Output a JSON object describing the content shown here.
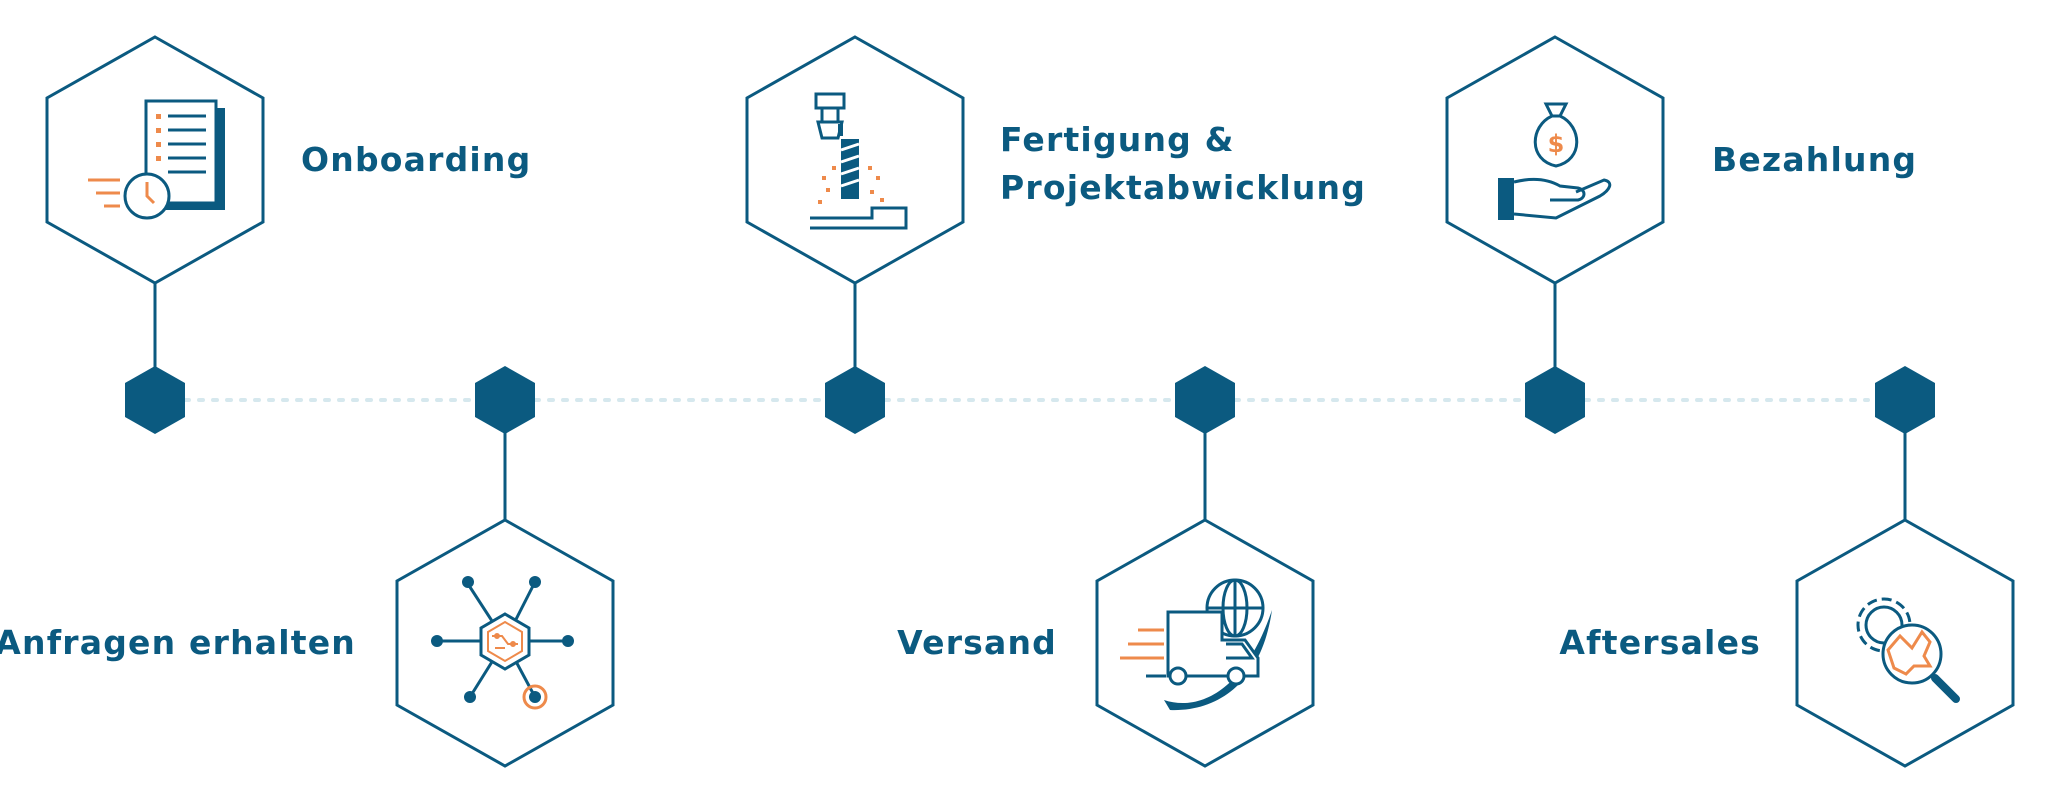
{
  "colors": {
    "primary": "#0b5a80",
    "accent": "#ee8a4b",
    "connector": "#d6e8ee"
  },
  "steps": [
    {
      "id": "onboarding",
      "label": "Onboarding",
      "icon": "document-clock-icon",
      "row": "top"
    },
    {
      "id": "anfragen",
      "label": "Anfragen erhalten",
      "icon": "network-hub-icon",
      "row": "bottom"
    },
    {
      "id": "fertigung",
      "label": "Fertigung &\nProjektabwicklung",
      "icon": "milling-drill-icon",
      "row": "top"
    },
    {
      "id": "versand",
      "label": "Versand",
      "icon": "delivery-truck-globe-icon",
      "row": "bottom"
    },
    {
      "id": "bezahlung",
      "label": "Bezahlung",
      "icon": "money-bag-hand-icon",
      "row": "top"
    },
    {
      "id": "aftersales",
      "label": "Aftersales",
      "icon": "gear-magnifier-icon",
      "row": "bottom"
    }
  ]
}
